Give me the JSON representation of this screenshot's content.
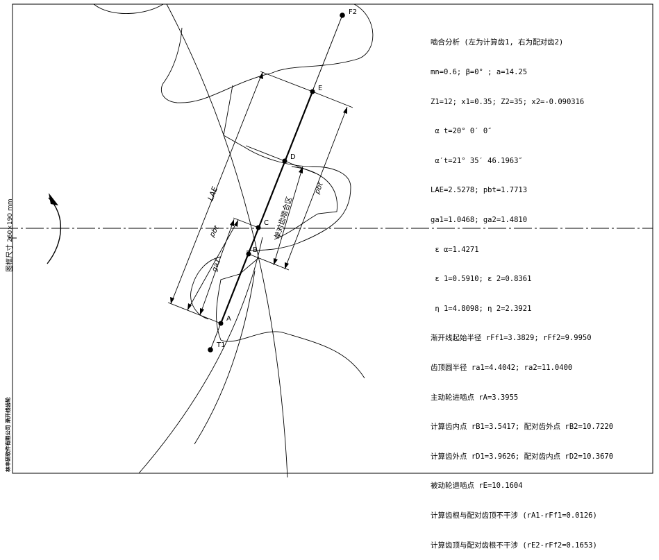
{
  "frame_size_label": "图框尺寸",
  "frame_size_value": "260×190 mm",
  "company_label": "林丰研软件有限公司 渐开线齿轮",
  "points": {
    "A": "A",
    "B": "B",
    "C": "C",
    "D": "D",
    "E": "E",
    "F2": "F2",
    "T1": "T1"
  },
  "dimension_labels": {
    "lae": "LAE",
    "pbt_left": "pbt",
    "ga1": "ga1",
    "pbt_right": "pbt",
    "single_zone": "单对齿啮合区"
  },
  "info_lines": [
    "啮合分析 (左为计算齿1, 右为配对齿2)",
    "mn=0.6; β=0° ; a=14.25",
    "Z1=12; x1=0.35; Z2=35; x2=-0.090316",
    " α t=20° 0′ 0″",
    " α′t=21° 35′ 46.1963″",
    "LAE=2.5278; pbt=1.7713",
    "ga1=1.0468; ga2=1.4810",
    " ε α=1.4271",
    " ε 1=0.5910; ε 2=0.8361",
    " η 1=4.8098; η 2=2.3921",
    "渐开线起始半径 rFf1=3.3829; rFf2=9.9950",
    "齿顶圆半径 ra1=4.4042; ra2=11.0400",
    "主动轮进啮点 rA=3.3955",
    "计算齿内点 rB1=3.5417; 配对齿外点 rB2=10.7220",
    "计算齿外点 rD1=3.9626; 配对齿内点 rD2=10.3670",
    "被动轮退啮点 rE=10.1604",
    "计算齿根与配对齿顶不干涉 (rA1-rFf1=0.0126)",
    "计算齿顶与配对齿根不干涉 (rE2-rFf2=0.1653)"
  ]
}
